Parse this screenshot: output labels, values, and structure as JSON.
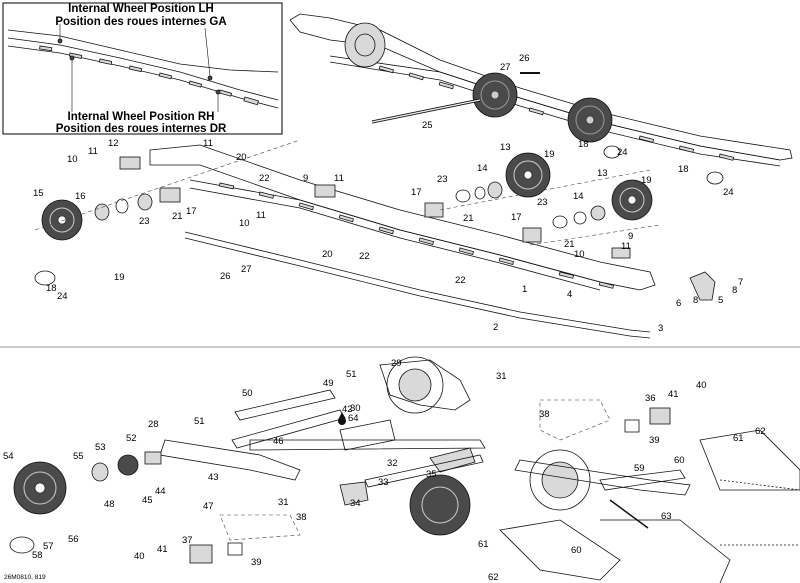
{
  "inset": {
    "label_lh_en": "Internal Wheel Position LH",
    "label_lh_fr": "Position des roues internes GA",
    "label_rh_en": "Internal Wheel Position RH",
    "label_rh_fr": "Position des roues internes DR"
  },
  "drawing_code": "26M0810, 819",
  "callouts_top": [
    "1",
    "2",
    "3",
    "4",
    "5",
    "6",
    "7",
    "8",
    "8",
    "9",
    "9",
    "10",
    "10",
    "10",
    "11",
    "11",
    "11",
    "11",
    "11",
    "12",
    "13",
    "13",
    "14",
    "14",
    "15",
    "16",
    "17",
    "17",
    "17",
    "18",
    "18",
    "18",
    "19",
    "19",
    "19",
    "20",
    "20",
    "21",
    "21",
    "21",
    "22",
    "22",
    "22",
    "23",
    "23",
    "23",
    "24",
    "24",
    "24",
    "25",
    "26",
    "26",
    "27",
    "27"
  ],
  "callouts_bottom": [
    "28",
    "29",
    "30",
    "31",
    "31",
    "32",
    "33",
    "34",
    "35",
    "36",
    "37",
    "38",
    "38",
    "39",
    "39",
    "40",
    "40",
    "41",
    "41",
    "42",
    "43",
    "44",
    "45",
    "46",
    "47",
    "48",
    "49",
    "50",
    "51",
    "51",
    "52",
    "53",
    "54",
    "55",
    "56",
    "57",
    "58",
    "59",
    "60",
    "60",
    "61",
    "61",
    "62",
    "62",
    "63",
    "64"
  ],
  "special_callout": "64",
  "special_icon": "torque-drop-icon"
}
